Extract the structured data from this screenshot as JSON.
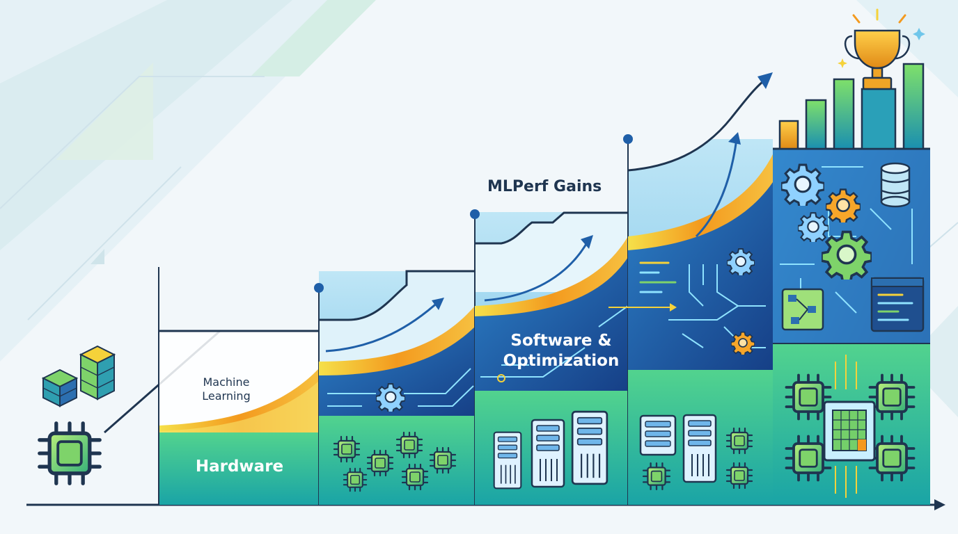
{
  "title": "MLPerf Gains",
  "labels": {
    "machine_learning": "Machine Learning",
    "hardware": "Hardware",
    "software_optimization": "Software & Optimization"
  },
  "icons": [
    "chip-icon",
    "stacked-cubes-icon",
    "gear-icon",
    "server-rack-icon",
    "circuit-trace-icon",
    "database-icon",
    "code-window-icon",
    "flowchart-icon",
    "trophy-icon",
    "sparkle-icon",
    "growth-arrow-icon"
  ],
  "colors": {
    "hardware_green": "#2ec08a",
    "software_blue": "#1f5fa8",
    "ml_orange": "#f39a1e",
    "accent_yellow": "#f5d23a",
    "sky_cyan": "#6fc6ea",
    "trophy_gold": "#f0a526"
  }
}
